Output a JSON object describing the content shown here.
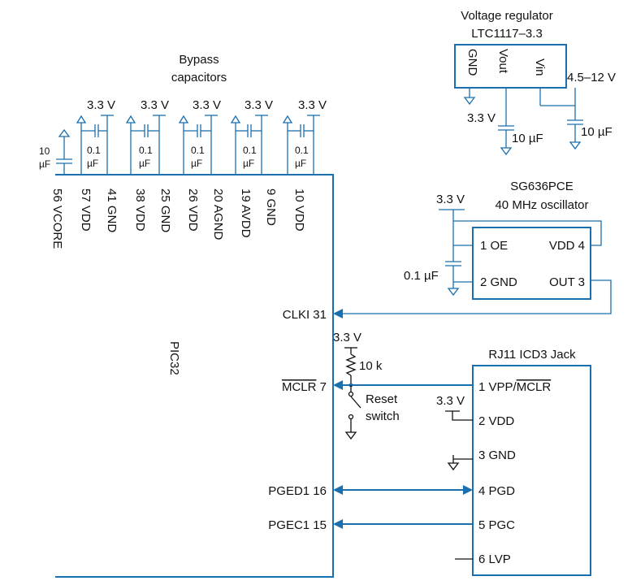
{
  "regulator": {
    "title1": "Voltage regulator",
    "title2": "LTC1117–3.3",
    "pin_gnd": "GND",
    "pin_vout": "Vout",
    "pin_vin": "Vin",
    "vin_label": "4.5–12 V",
    "vout_label": "3.3 V",
    "cap_out": "10 µF",
    "cap_in": "10 µF"
  },
  "bypass": {
    "title1": "Bypass",
    "title2": "capacitors",
    "supplies": [
      "3.3 V",
      "3.3 V",
      "3.3 V",
      "3.3 V",
      "3.3 V"
    ],
    "cap_top": "0.1",
    "cap_bottom": "µF",
    "big_cap_top": "10",
    "big_cap_bottom": "µF"
  },
  "pic32": {
    "name": "PIC32",
    "top_pins": [
      "56 VCORE",
      "57 VDD",
      "41 GND",
      "38 VDD",
      "25 GND",
      "26 VDD",
      "20 AGND",
      "19 AVDD",
      "9 GND",
      "10 VDD"
    ],
    "clki": "CLKI 31",
    "mclr_name": "MCLR",
    "mclr_num": " 7",
    "pged": "PGED1 16",
    "pgec": "PGEC1 15"
  },
  "oscillator": {
    "title1": "SG636PCE",
    "title2": "40 MHz oscillator",
    "supply": "3.3 V",
    "cap": "0.1 µF",
    "pin_oe": "1 OE",
    "pin_vdd": "VDD 4",
    "pin_gnd": "2 GND",
    "pin_out": "OUT 3"
  },
  "reset": {
    "supply": "3.3 V",
    "resistor": "10 k",
    "switch1": "Reset",
    "switch2": "switch"
  },
  "jack": {
    "title": "RJ11 ICD3 Jack",
    "supply": "3.3 V",
    "pin1_pre": "1 VPP/",
    "pin1_ovl": "MCLR",
    "pin2": "2 VDD",
    "pin3": "3 GND",
    "pin4": "4 PGD",
    "pin5": "5 PGC",
    "pin6": "6 LVP"
  }
}
